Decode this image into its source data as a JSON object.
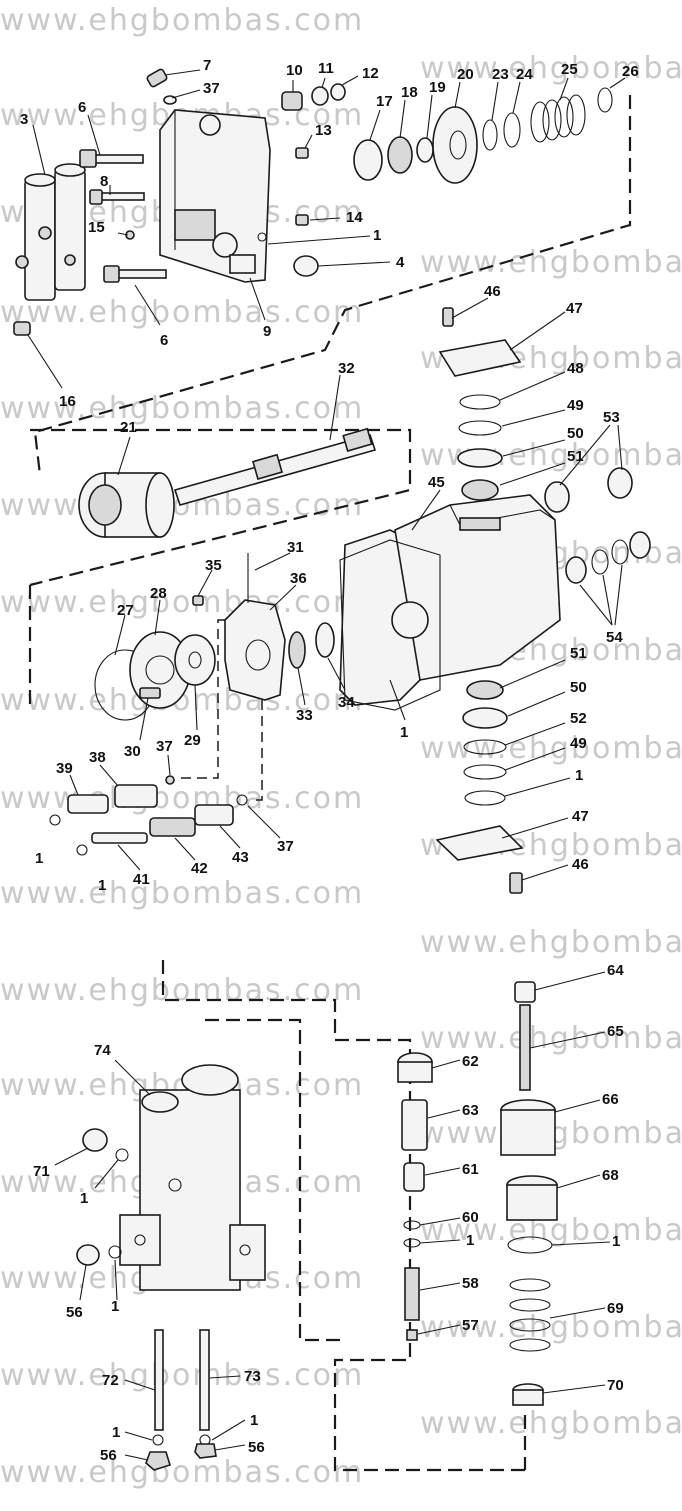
{
  "watermark": "www.ehgbombas.com",
  "labels": {
    "p1": "1",
    "p3": "3",
    "p4": "4",
    "p6": "6",
    "p7": "7",
    "p8": "8",
    "p9": "9",
    "p10": "10",
    "p11": "11",
    "p12": "12",
    "p13": "13",
    "p14": "14",
    "p15": "15",
    "p16": "16",
    "p17": "17",
    "p18": "18",
    "p19": "19",
    "p20": "20",
    "p21": "21",
    "p23": "23",
    "p24": "24",
    "p25": "25",
    "p26": "26",
    "p27": "27",
    "p28": "28",
    "p29": "29",
    "p30": "30",
    "p31": "31",
    "p32": "32",
    "p33": "33",
    "p34": "34",
    "p35": "35",
    "p36": "36",
    "p37": "37",
    "p38": "38",
    "p39": "39",
    "p41": "41",
    "p42": "42",
    "p43": "43",
    "p45": "45",
    "p46": "46",
    "p47": "47",
    "p48": "48",
    "p49": "49",
    "p50": "50",
    "p51": "51",
    "p52": "52",
    "p53": "53",
    "p54": "54",
    "p56": "56",
    "p57": "57",
    "p58": "58",
    "p60": "60",
    "p61": "61",
    "p62": "62",
    "p63": "63",
    "p64": "64",
    "p65": "65",
    "p66": "66",
    "p68": "68",
    "p69": "69",
    "p70": "70",
    "p71": "71",
    "p72": "72",
    "p73": "73",
    "p74": "74"
  }
}
